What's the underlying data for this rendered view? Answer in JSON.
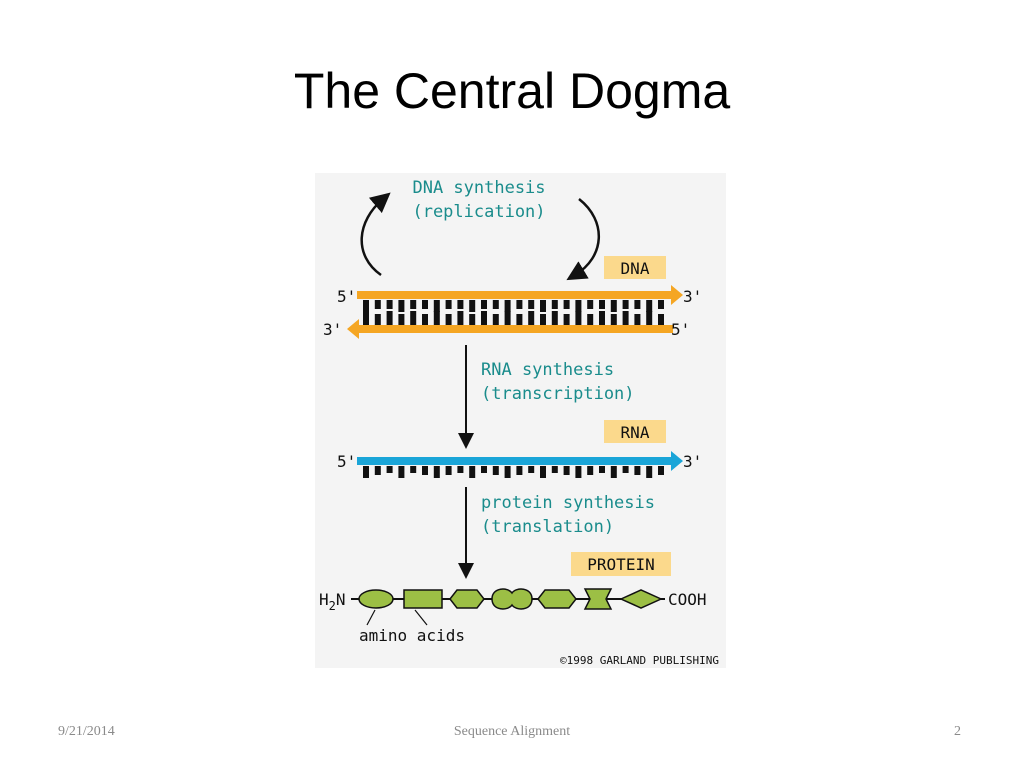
{
  "slide": {
    "title": "The Central Dogma",
    "footer": {
      "date": "9/21/2014",
      "center": "Sequence Alignment",
      "page": "2"
    }
  },
  "figure": {
    "dna_synthesis_line1": "DNA synthesis",
    "dna_synthesis_line2": "(replication)",
    "dna_label": "DNA",
    "rna_synthesis_line1": "RNA synthesis",
    "rna_synthesis_line2": "(transcription)",
    "rna_label": "RNA",
    "protein_synthesis_line1": "protein synthesis",
    "protein_synthesis_line2": "(translation)",
    "protein_label": "PROTEIN",
    "h2n_h": "H",
    "h2n_sub": "2",
    "h2n_n": "N",
    "cooh": "COOH",
    "amino_acids": "amino acids",
    "copyright": "©1998 GARLAND PUBLISHING",
    "five_prime": "5'",
    "three_prime": "3'",
    "colors": {
      "dna_strand": "#f5a623",
      "rna_strand": "#1aa5d8",
      "label_box": "#fbd98c",
      "caption_text": "#1a8c8c",
      "amino_acid": "#9cbf45",
      "base": "#111111"
    }
  }
}
